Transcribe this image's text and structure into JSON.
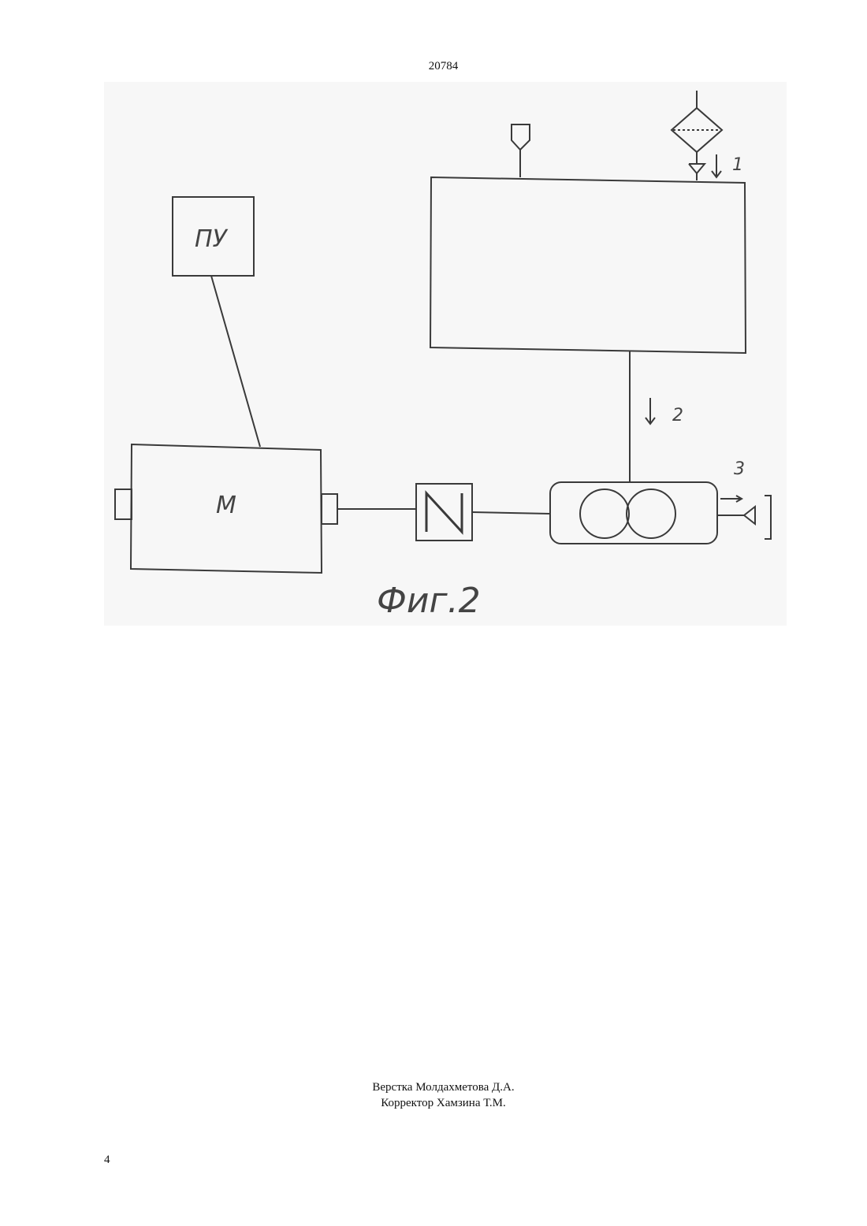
{
  "header": {
    "doc_number": "20784"
  },
  "figure": {
    "control_unit_label": "ПУ",
    "motor_label": "М",
    "converter_label": "N",
    "callout_1": "1",
    "callout_2": "2",
    "callout_3": "3",
    "caption": "Фиг.2"
  },
  "footer": {
    "layout_credit": "Верстка Молдахметова Д.А.",
    "proof_credit": "Корректор Хамзина Т.М.",
    "page_number": "4"
  }
}
